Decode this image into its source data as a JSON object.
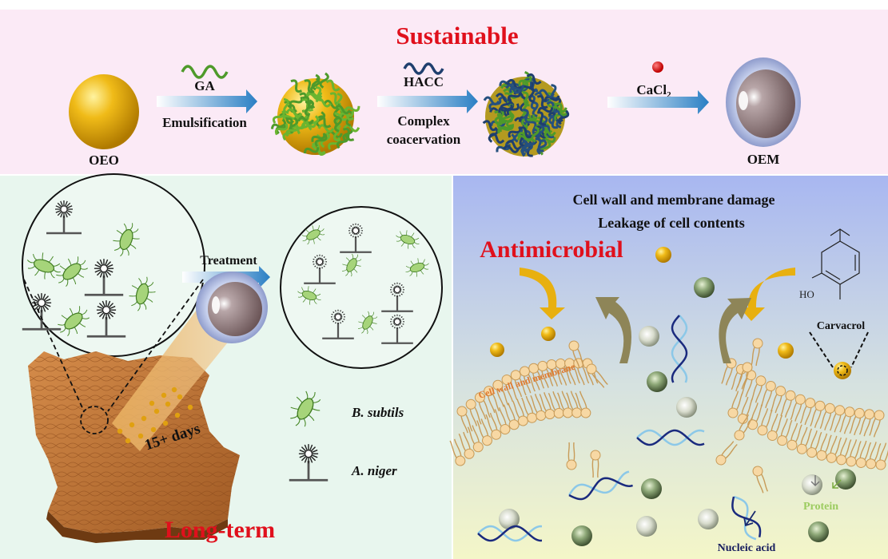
{
  "top_panel": {
    "title": "Sustainable",
    "oeo_label": "OEO",
    "ga_label": "GA",
    "step1_label": "Emulsification",
    "hacc_label": "HACC",
    "step2_line1": "Complex",
    "step2_line2": "coacervation",
    "cacl2_label": "CaCl",
    "cacl2_sub": "2",
    "oem_label": "OEM"
  },
  "left_panel": {
    "treatment_label": "Treatment",
    "days_label": "15+ days",
    "legend": [
      {
        "label": "B. subtils",
        "icon": "bacterium-icon"
      },
      {
        "label": "A. niger",
        "icon": "fungus-icon"
      }
    ],
    "title": "Long-term"
  },
  "right_panel": {
    "heading_line1": "Cell wall and membrane damage",
    "heading_line2": "Leakage of cell contents",
    "title": "Antimicrobial",
    "membrane_label": "Cell wall and membrane",
    "molecule_label": "Carvacrol",
    "molecule_ho": "HO",
    "protein_label": "Protein",
    "nucleic_label": "Nucleic acid"
  },
  "colors": {
    "title_red": "#e0101c",
    "top_bg": "#fbeaf6",
    "left_bg": "#e8f6ee",
    "right_top": "#a8b7f1",
    "right_bottom": "#f4f6c8",
    "arrow_blue": "#2e86c8",
    "oil_gold": "#e8b010",
    "ga_green": "#4e9a2a",
    "hacc_navy": "#1f3f6e"
  }
}
